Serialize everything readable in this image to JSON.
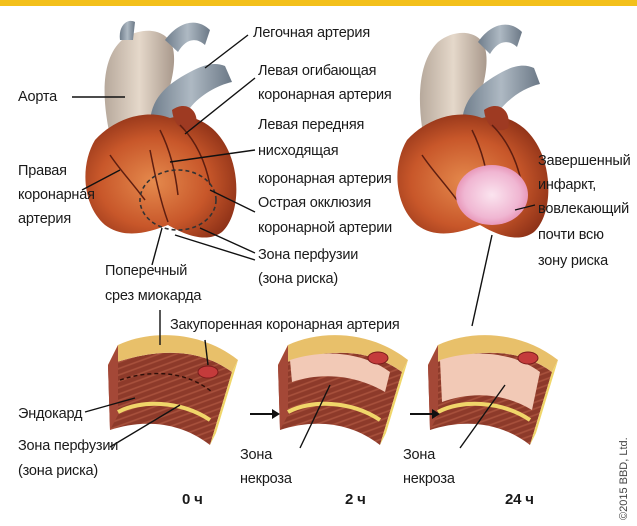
{
  "colors": {
    "accent_bar": "#f3c01b",
    "heart": "#c85a2c",
    "vessel": "#8a98a6",
    "infarct": "#f1bcd6",
    "muscle": "#8c3b2b",
    "fat": "#f0d66a",
    "line": "#111111"
  },
  "labels": {
    "pulmonary_artery": "Легочная артерия",
    "aorta": "Аорта",
    "left_circumflex_1": "Левая огибающая",
    "left_circumflex_2": "коронарная артерия",
    "lad_1": "Левая передняя",
    "lad_2": "нисходящая",
    "lad_3": "коронарная артерия",
    "right_coronary_1": "Правая",
    "right_coronary_2": "коронарная",
    "right_coronary_3": "артерия",
    "acute_occlusion_1": "Острая окклюзия",
    "acute_occlusion_2": "коронарной артерии",
    "perfusion_zone_1": "Зона перфузии",
    "perfusion_zone_2": "(зона риска)",
    "cross_section_1": "Поперечный",
    "cross_section_2": "срез миокарда",
    "completed_infarct_1": "Завершенный",
    "completed_infarct_2": "инфаркт,",
    "completed_infarct_3": "вовлекающий",
    "completed_infarct_4": "почти всю",
    "completed_infarct_5": "зону риска",
    "occluded_artery": "Закупоренная коронарная артерия",
    "endocardium": "Эндокард",
    "perfusion_zone_bottom_1": "Зона перфузии",
    "perfusion_zone_bottom_2": "(зона риска)",
    "necrosis_a_1": "Зона",
    "necrosis_a_2": "некроза",
    "necrosis_b_1": "Зона",
    "necrosis_b_2": "некроза"
  },
  "times": {
    "t0": "0 ч",
    "t2": "2 ч",
    "t24": "24 ч"
  },
  "copyright": "©2015 BBD, Ltd."
}
